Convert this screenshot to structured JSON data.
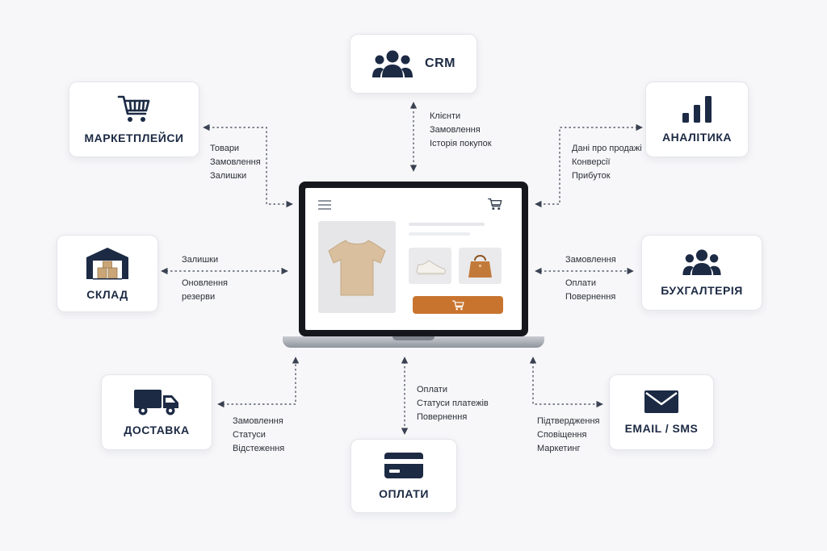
{
  "colors": {
    "background": "#f7f7f9",
    "card_bg": "#ffffff",
    "icon_navy": "#1c2a44",
    "connector": "#3a4252",
    "product_bg": "#e6e6e8",
    "tshirt": "#d9bf9e",
    "bag": "#c27a3a",
    "buy_button": "#c8742f"
  },
  "nodes": {
    "crm": {
      "title": "CRM",
      "icon": "users-icon",
      "labels": [
        "Клієнти",
        "Замовлення",
        "Історія покупок"
      ]
    },
    "marketplaces": {
      "title": "МАРКЕТПЛЕЙСИ",
      "icon": "cart-icon",
      "labels": [
        "Товари",
        "Замовлення",
        "Залишки"
      ]
    },
    "analytics": {
      "title": "АНАЛІТИКА",
      "icon": "bar-chart-icon",
      "labels": [
        "Дані про продажі",
        "Конверсії",
        "Прибуток"
      ]
    },
    "warehouse": {
      "title": "СКЛАД",
      "icon": "warehouse-icon",
      "labels": [
        "Залишки",
        "Оновлення",
        "резерви"
      ]
    },
    "accounting": {
      "title": "БУХГАЛТЕРІЯ",
      "icon": "users-icon",
      "labels": [
        "Замовлення",
        "Оплати",
        "Повернення"
      ]
    },
    "delivery": {
      "title": "ДОСТАВКА",
      "icon": "truck-icon",
      "labels": [
        "Замовлення",
        "Статуси",
        "Відстеження"
      ]
    },
    "payments": {
      "title": "ОПЛАТИ",
      "icon": "credit-card-icon",
      "labels": [
        "Оплати",
        "Статуси платежів",
        "Повернення"
      ]
    },
    "email_sms": {
      "title": "EMAIL / SMS",
      "icon": "envelope-icon",
      "labels": [
        "Підтвердження",
        "Сповіщення",
        "Маркетинг"
      ]
    }
  },
  "center": {
    "device": "laptop",
    "icons": [
      "hamburger-menu-icon",
      "cart-icon",
      "tshirt-image",
      "sneaker-image",
      "handbag-image",
      "add-to-cart-button"
    ]
  }
}
